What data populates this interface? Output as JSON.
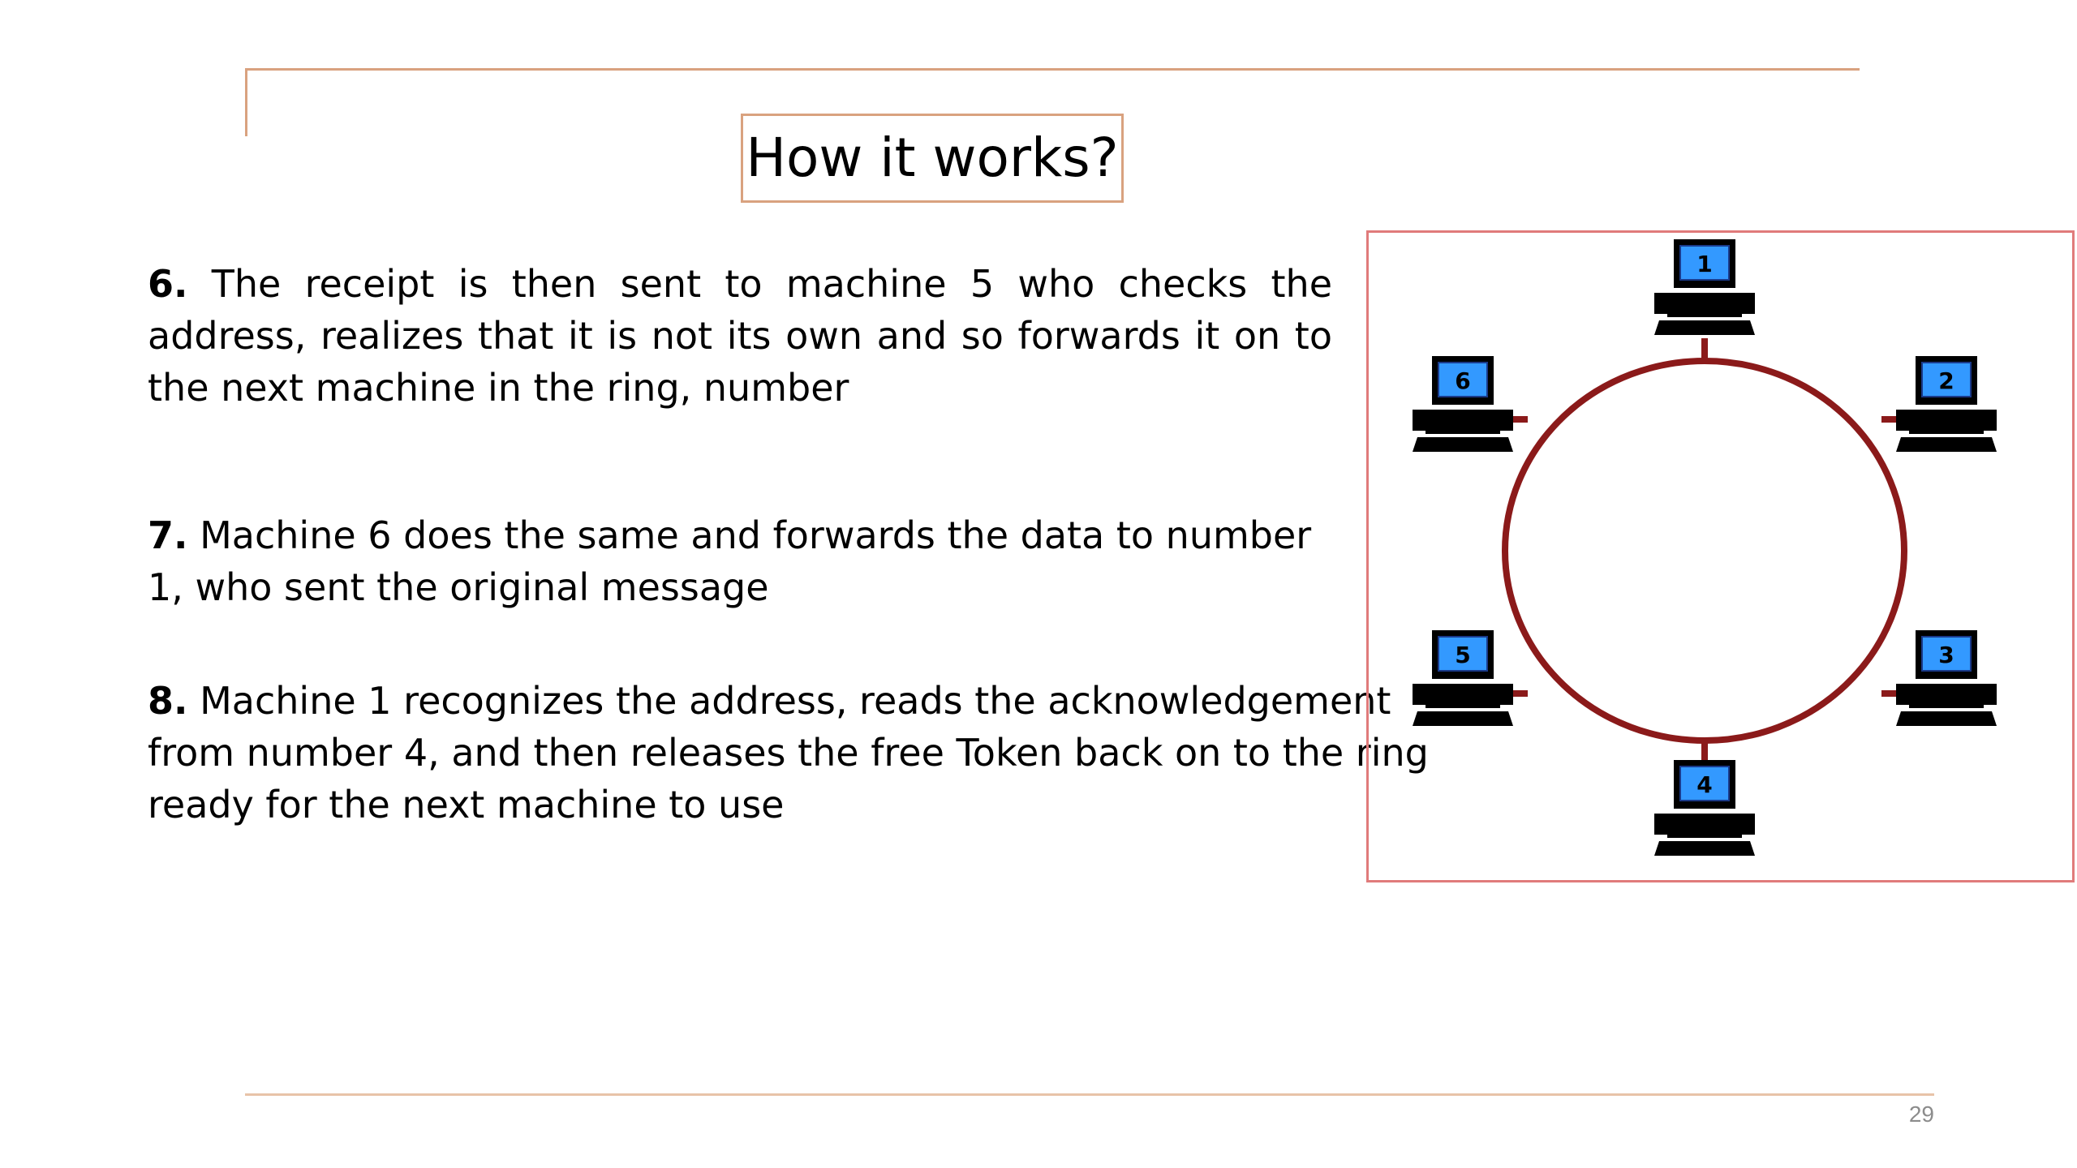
{
  "slide": {
    "title": "How it works?",
    "page_number": "29"
  },
  "steps": [
    {
      "number": "6.",
      "text": " The receipt is then sent to machine 5 who checks the address, realizes that it is not its own and so   forwards it on to the next machine in the ring, number"
    },
    {
      "number": "7.",
      "text": " Machine 6 does the same and forwards the data to number 1, who sent the original message"
    },
    {
      "number": "8.",
      "text": " Machine 1 recognizes the address, reads the acknowledgement from number 4, and then releases the free Token back on to the ring ready for the next machine to use"
    }
  ],
  "diagram": {
    "ring_color": "#8b1a1a",
    "screen_color": "#3399ff",
    "machines": [
      {
        "label": "1"
      },
      {
        "label": "2"
      },
      {
        "label": "3"
      },
      {
        "label": "4"
      },
      {
        "label": "5"
      },
      {
        "label": "6"
      }
    ]
  }
}
